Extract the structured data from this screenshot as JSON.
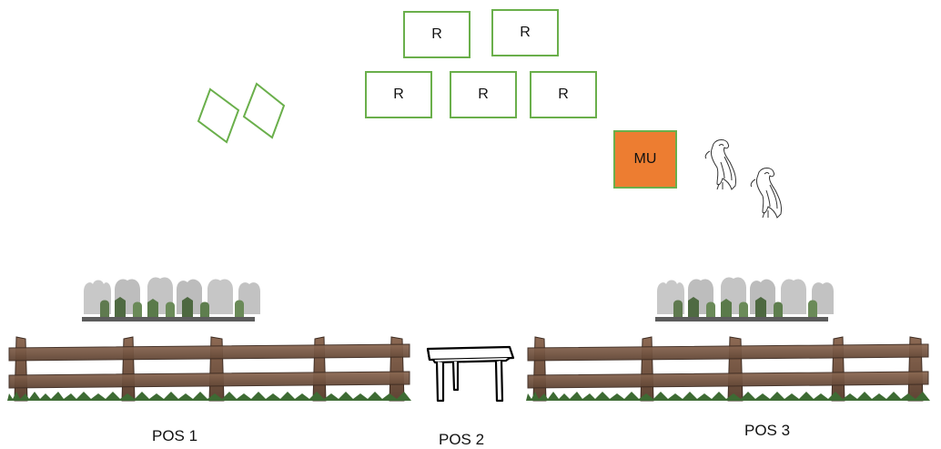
{
  "reference_boxes": [
    {
      "label": "R"
    },
    {
      "label": "R"
    },
    {
      "label": "R"
    },
    {
      "label": "R"
    },
    {
      "label": "R"
    }
  ],
  "marker": {
    "label": "MU",
    "color": "#ed7d31"
  },
  "positions": [
    {
      "label": "POS 1"
    },
    {
      "label": "POS 2"
    },
    {
      "label": "POS 3"
    }
  ],
  "colors": {
    "box_border": "#6aaf4b",
    "fence_wood": "#7a5a45",
    "grass": "#3d6b33",
    "tombstone": "#a8a8a8"
  },
  "icons": [
    "diamond-shape-icon",
    "vulture-icon",
    "table-icon",
    "fence-icon",
    "tombstones-icon"
  ]
}
